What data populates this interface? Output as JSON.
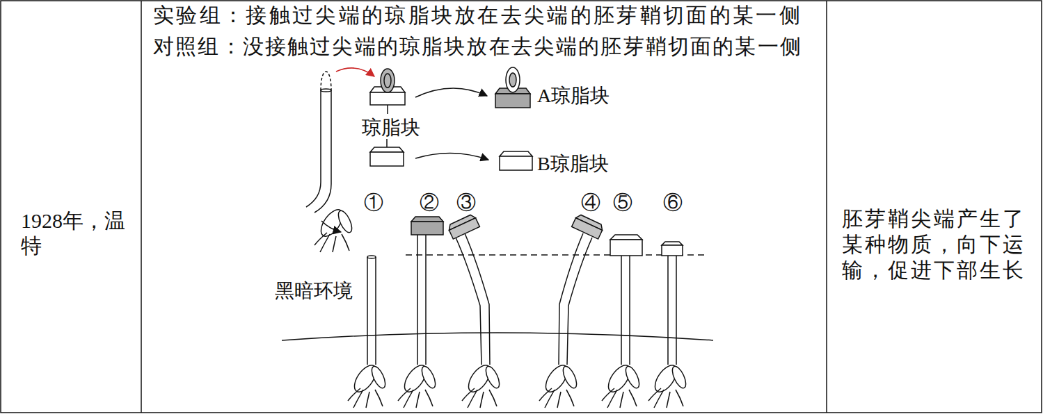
{
  "diagram": {
    "labels": [
      "1928年，温特",
      "实验组：接触过尖端的琼脂块放在去尖端的胚芽鞘切面的某一侧",
      "对照组：没接触过尖端的琼脂块放在去尖端的胚芽鞘切面的某一侧",
      "琼脂块",
      "A琼脂块",
      "B琼脂块",
      "①",
      "②",
      "③",
      "④",
      "⑤",
      "⑥",
      "黑暗环境",
      "胚芽鞘尖端产生了某种物质，向下运输，促进下部生长"
    ]
  }
}
